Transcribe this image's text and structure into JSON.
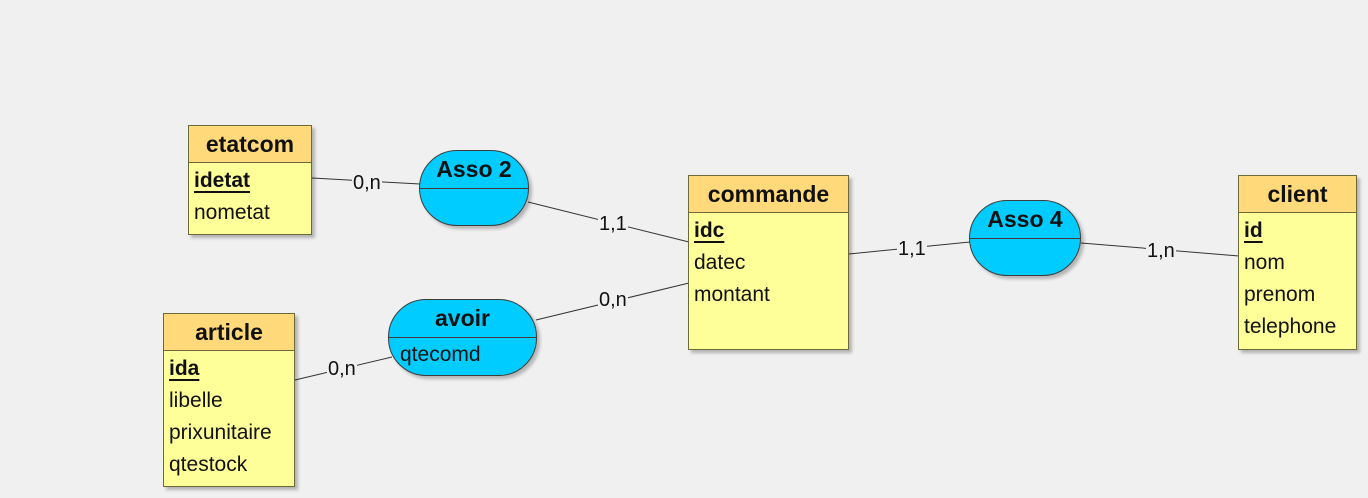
{
  "entities": {
    "etatcom": {
      "name": "etatcom",
      "key": "idetat",
      "attrs": [
        "nometat"
      ]
    },
    "article": {
      "name": "article",
      "key": "ida",
      "attrs": [
        "libelle",
        "prixunitaire",
        "qtestock"
      ]
    },
    "commande": {
      "name": "commande",
      "key": "idc",
      "attrs": [
        "datec",
        "montant"
      ]
    },
    "client": {
      "name": "client",
      "key": "id",
      "attrs": [
        "nom",
        "prenom",
        "telephone"
      ]
    }
  },
  "associations": {
    "asso2": {
      "name": "Asso 2",
      "attrs": []
    },
    "avoir": {
      "name": "avoir",
      "attrs": [
        "qtecomd"
      ]
    },
    "asso4": {
      "name": "Asso 4",
      "attrs": []
    }
  },
  "cardinalities": {
    "etatcom_asso2": "0,n",
    "asso2_commande": "1,1",
    "article_avoir": "0,n",
    "avoir_commande": "0,n",
    "commande_asso4": "1,1",
    "asso4_client": "1,n"
  },
  "colors": {
    "entity_header": "#ffd97a",
    "entity_body": "#ffff99",
    "association": "#00ccff",
    "background": "#f0f0f0"
  }
}
